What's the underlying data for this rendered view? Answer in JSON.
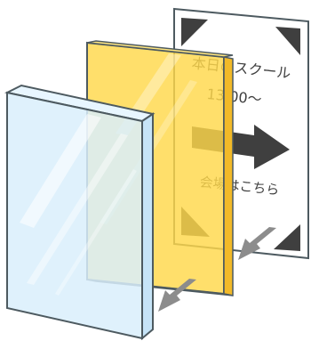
{
  "poster": {
    "title": "本日のスクール",
    "time": "13:00～",
    "venue": "会場はこちら"
  },
  "layers": [
    {
      "role": "acrylic-panel",
      "color": "#d9eefb",
      "edge_color": "#4d5a60"
    },
    {
      "role": "yellow-film",
      "color": "#ffd84a",
      "edge_color": "#4d5a60"
    },
    {
      "role": "printed-poster",
      "color": "#ffffff",
      "edge_color": "#4d5a60"
    }
  ],
  "colors": {
    "arrow": "#8c8c8c",
    "poster_ink": "#3f3f3f",
    "corner_marks": "#3f3f3f"
  },
  "icons": [
    "right-arrow-icon",
    "corner-triangle-icon",
    "assembly-arrow-icon"
  ]
}
